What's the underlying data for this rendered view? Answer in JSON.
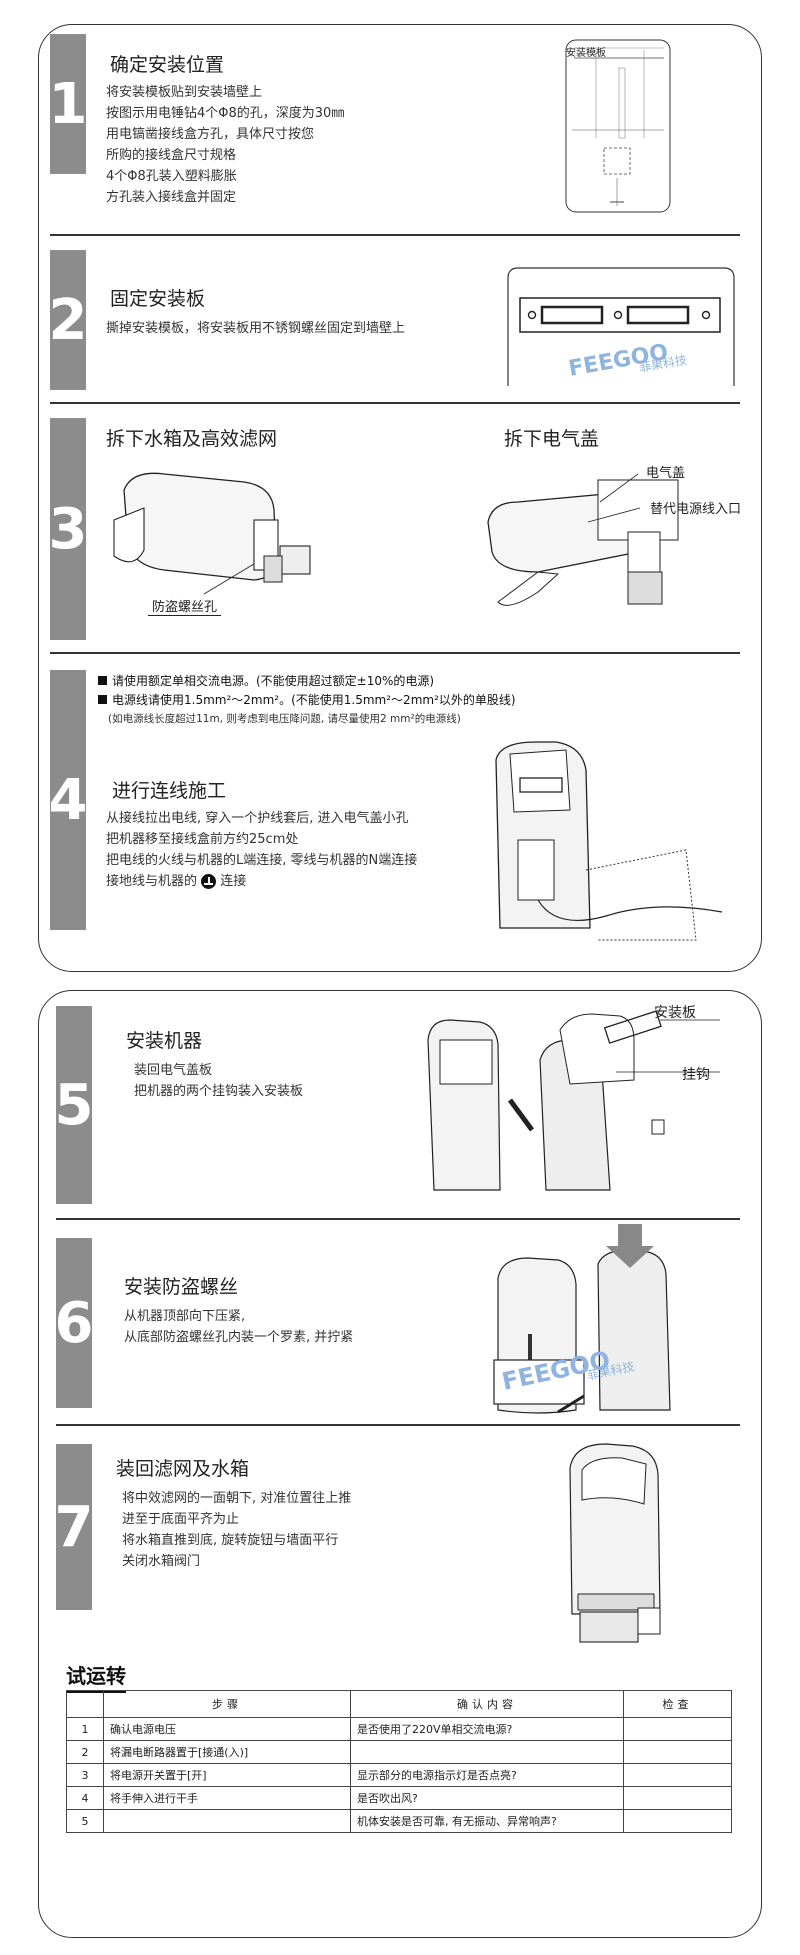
{
  "steps": [
    {
      "num": "1",
      "title": "确定安装位置",
      "lines": [
        "将安装模板贴到安装墙壁上",
        "按图示用电锤钻4个Φ8的孔，深度为30㎜",
        "用电镐凿接线盒方孔，具体尺寸按您",
        "所购的接线盒尺寸规格",
        "4个Φ8孔装入塑料膨胀",
        "方孔装入接线盒并固定"
      ],
      "template_label": "安装模板"
    },
    {
      "num": "2",
      "title": "固定安装板",
      "lines": [
        "撕掉安装模板，将安装板用不锈钢螺丝固定到墙壁上"
      ]
    },
    {
      "num": "3",
      "title": "拆下水箱及高效滤网",
      "title_right": "拆下电气盖",
      "callout_screw": "防盗螺丝孔",
      "callout_cover": "电气盖",
      "callout_cable": "替代电源线入口"
    },
    {
      "num": "4",
      "notes": [
        "请使用额定单相交流电源。(不能使用超过额定±10%的电源)",
        "电源线请使用1.5mm²～2mm²。(不能使用1.5mm²～2mm²以外的单股线)"
      ],
      "note_small": "(如电源线长度超过11m, 则考虑到电压降问题, 请尽量使用2 mm²的电源线)",
      "title": "进行连线施工",
      "lines": [
        "从接线拉出电线, 穿入一个护线套后, 进入电气盖小孔",
        "把机器移至接线盒前方约25cm处",
        "把电线的火线与机器的L端连接, 零线与机器的N端连接"
      ],
      "last_line_pre": "接地线与机器的",
      "last_line_post": "连接"
    },
    {
      "num": "5",
      "title": "安装机器",
      "lines": [
        "装回电气盖板",
        "把机器的两个挂钩装入安装板"
      ],
      "callout_plate": "安装板",
      "callout_hook": "挂钩"
    },
    {
      "num": "6",
      "title": "安装防盗螺丝",
      "lines": [
        "从机器顶部向下压紧,",
        "从底部防盗螺丝孔内装一个罗素, 并拧紧"
      ]
    },
    {
      "num": "7",
      "title": "装回滤网及水箱",
      "lines": [
        "将中效滤网的一面朝下, 对准位置往上推",
        "进至于底面平齐为止",
        "将水箱直推到底, 旋转旋钮与墙面平行",
        "关闭水箱阀门"
      ]
    }
  ],
  "watermark": {
    "brand": "FEEGOO",
    "cn": "菲果科技"
  },
  "trial": {
    "title": "试运转",
    "headers": [
      "步骤",
      "确认内容",
      "检查"
    ],
    "rows": [
      {
        "no": "1",
        "step": "确认电源电压",
        "confirm": "是否使用了220V单相交流电源?"
      },
      {
        "no": "2",
        "step": "将漏电断路器置于[接通(入)]",
        "confirm": ""
      },
      {
        "no": "3",
        "step": "将电源开关置于[开]",
        "confirm": "显示部分的电源指示灯是否点亮?"
      },
      {
        "no": "4",
        "step": "将手伸入进行干手",
        "confirm": "是否吹出风?"
      },
      {
        "no": "5",
        "step": "",
        "confirm": "机体安装是否可靠, 有无振动、异常响声?"
      }
    ]
  }
}
